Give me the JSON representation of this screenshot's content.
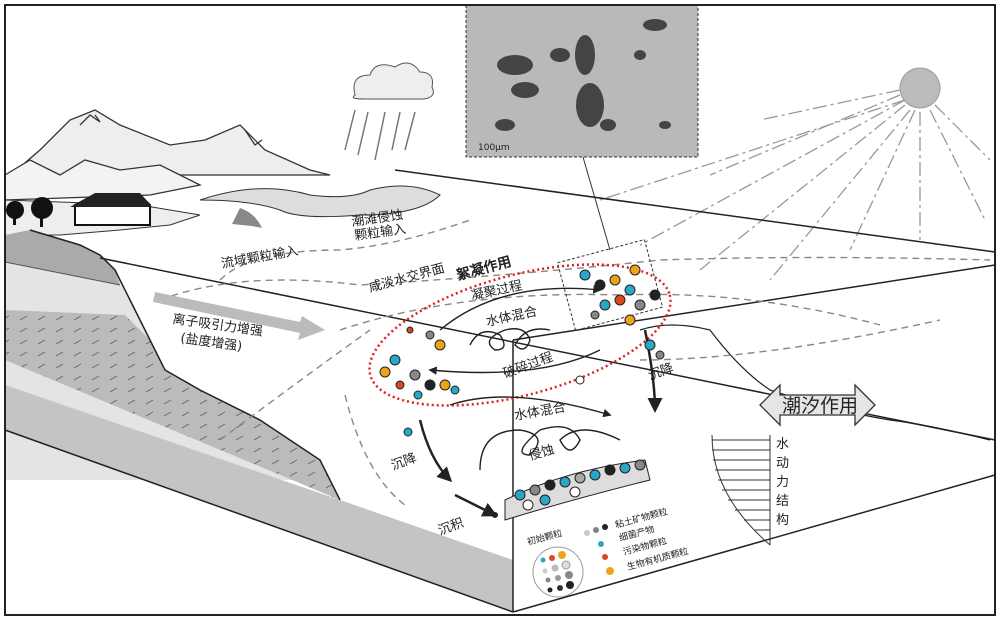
{
  "micrograph": {
    "scale_bar": "100μm"
  },
  "labels": {
    "watershed_input": "流域颗粒输入",
    "tidal_flat_line1": "潮滩侵蚀",
    "tidal_flat_line2": "颗粒输入",
    "interface": "咸淡水交界面",
    "flocculation": "絮凝作用",
    "aggregation": "凝聚过程",
    "mixing1": "水体混合",
    "mixing2": "水体混合",
    "breakup": "破碎过程",
    "ion_attraction": "离子吸引力增强",
    "salinity": "(盐度增强)",
    "settling_left": "沉降",
    "settling_right": "沉降",
    "deposition": "沉积",
    "erosion": "侵蚀",
    "tide": "潮汐作用",
    "hydro_structure": [
      "水",
      "动",
      "力",
      "结",
      "构"
    ]
  },
  "legend": {
    "title": "初始颗粒",
    "items": [
      {
        "label": "粘土矿物颗粒",
        "colors": [
          "#c8c8c8",
          "#808080",
          "#202020"
        ]
      },
      {
        "label": "细菌产物",
        "colors": [
          "#2aa6c8"
        ]
      },
      {
        "label": "污染物颗粒",
        "colors": [
          "#d9481f"
        ]
      },
      {
        "label": "生物有机质颗粒",
        "colors": [
          "#f0a21a"
        ]
      }
    ]
  },
  "colors": {
    "clay_light": "#c8c8c8",
    "clay_mid": "#808080",
    "clay_dark": "#202020",
    "bacteria": "#2aa6c8",
    "pollutant": "#d9481f",
    "organic": "#f0a21a",
    "flocculation_zone": "#e02020"
  }
}
